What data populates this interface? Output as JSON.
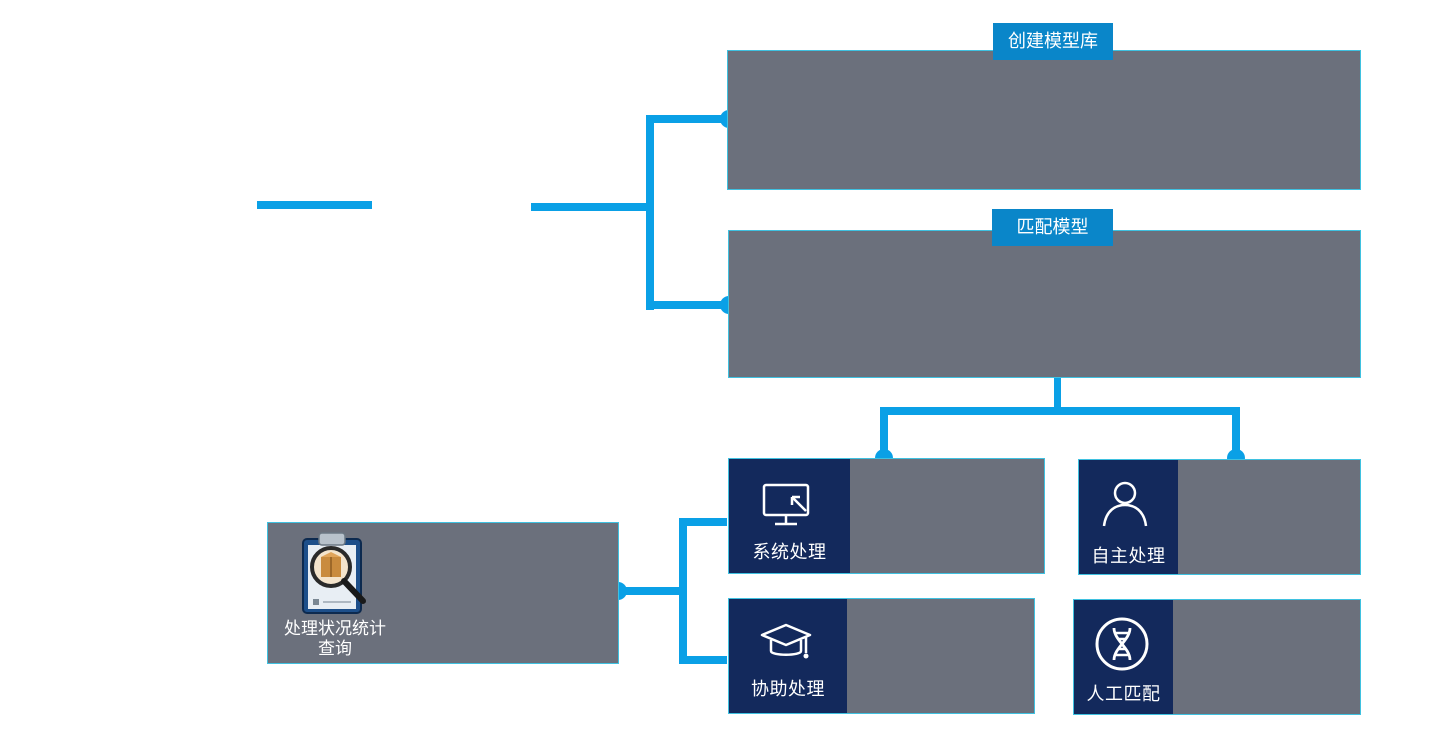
{
  "top": {
    "create_library_label": "创建模型库",
    "match_model_label": "匹配模型"
  },
  "processing": {
    "system_label": "系统处理",
    "autonomous_label": "自主处理",
    "assist_label": "协助处理",
    "manual_match_label": "人工匹配"
  },
  "stats": {
    "label_line1": "处理状况统计",
    "label_line2": "查询"
  },
  "colors": {
    "connector": "#0aa0e6",
    "panel": "#6b707c",
    "panel_border": "#3fc1e0",
    "tag": "#0a86c9",
    "icon_tile": "#13295c"
  },
  "icons": [
    "monitor-cursor-icon",
    "person-icon",
    "graduation-cap-icon",
    "dna-icon",
    "clipboard-magnifier-icon"
  ]
}
